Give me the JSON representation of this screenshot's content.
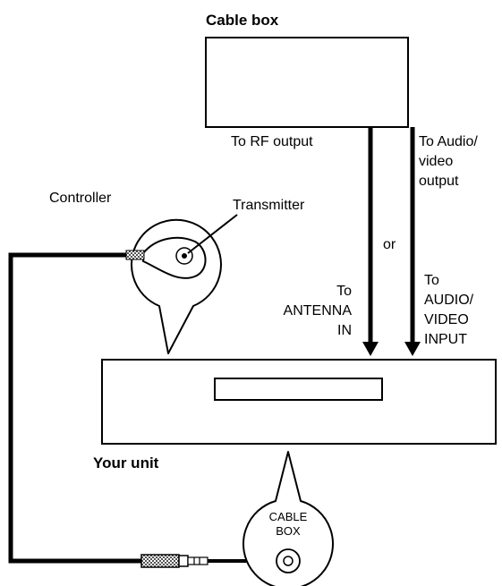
{
  "labels": {
    "cable_box": "Cable box",
    "rf_output": "To RF output",
    "av_output_1": "To Audio/",
    "av_output_2": "video",
    "av_output_3": "output",
    "controller": "Controller",
    "transmitter": "Transmitter",
    "or": "or",
    "antenna_1": "To",
    "antenna_2": "ANTENNA",
    "antenna_3": "IN",
    "av_input_1": "To",
    "av_input_2": "AUDIO/",
    "av_input_3": "VIDEO",
    "av_input_4": "INPUT",
    "your_unit": "Your unit",
    "cable_box_jack_1": "CABLE",
    "cable_box_jack_2": "BOX"
  }
}
